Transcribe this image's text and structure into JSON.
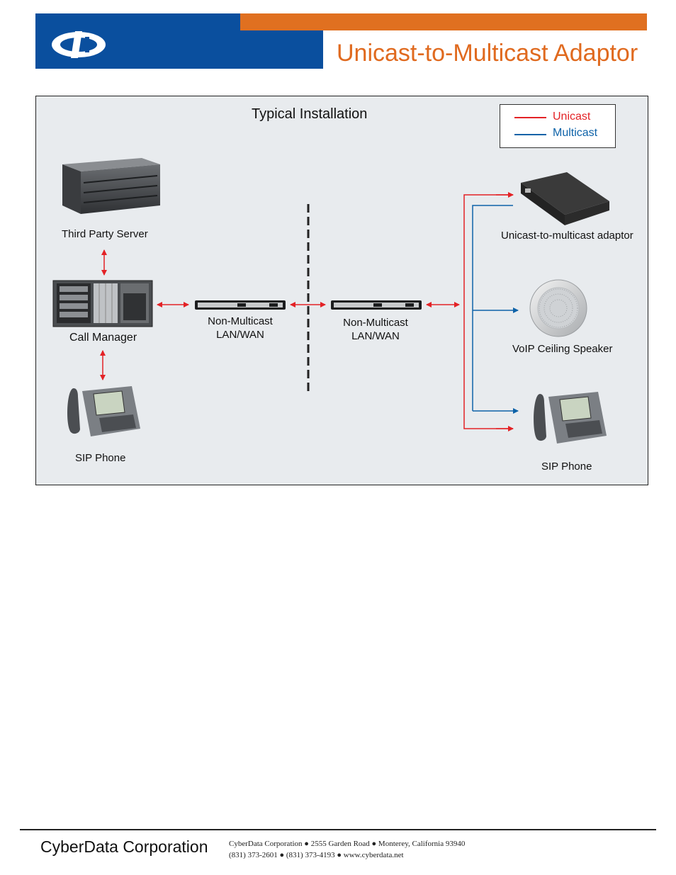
{
  "header": {
    "title": "Unicast-to-Multicast Adaptor",
    "colors": {
      "blue": "#0a4f9e",
      "orange": "#e07020",
      "title": "#e06a1f"
    }
  },
  "diagram": {
    "title": "Typical Installation",
    "legend": [
      {
        "label": "Unicast",
        "color": "#e32226"
      },
      {
        "label": "Multicast",
        "color": "#0d62a8"
      }
    ],
    "nodes": {
      "third_party_server": "Third Party Server",
      "call_manager": "Call Manager",
      "sip_phone_left": "SIP Phone",
      "lan_wan_left": {
        "line1": "Non-Multicast",
        "line2": "LAN/WAN"
      },
      "lan_wan_right": {
        "line1": "Non-Multicast",
        "line2": "LAN/WAN"
      },
      "adaptor": "Unicast-to-multicast adaptor",
      "ceiling_speaker": "VoIP Ceiling Speaker",
      "sip_phone_right": "SIP Phone"
    }
  },
  "footer": {
    "company": "CyberData Corporation",
    "address_line1": "CyberData Corporation ● 2555 Garden Road ● Monterey, California 93940",
    "address_line2": "(831) 373-2601 ● (831) 373-4193 ● www.cyberdata.net"
  }
}
